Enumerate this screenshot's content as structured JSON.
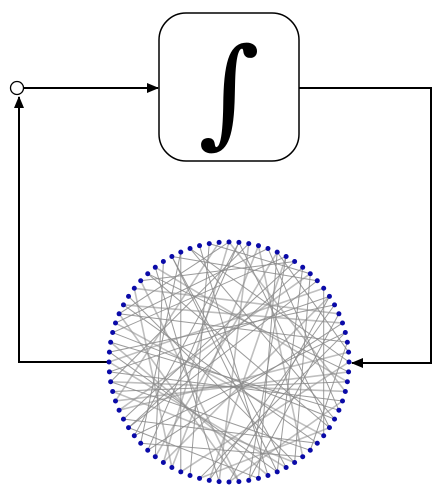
{
  "integrator": {
    "symbol": "∫"
  },
  "network": {
    "node_count": 76,
    "node_color": "#0a0aa8",
    "edge_color": "#8a8a8a",
    "edges": [
      [
        0,
        22
      ],
      [
        1,
        47
      ],
      [
        2,
        55
      ],
      [
        3,
        30
      ],
      [
        4,
        61
      ],
      [
        5,
        18
      ],
      [
        6,
        40
      ],
      [
        7,
        66
      ],
      [
        8,
        33
      ],
      [
        9,
        52
      ],
      [
        10,
        70
      ],
      [
        11,
        27
      ],
      [
        12,
        45
      ],
      [
        13,
        58
      ],
      [
        14,
        36
      ],
      [
        15,
        63
      ],
      [
        16,
        49
      ],
      [
        17,
        29
      ],
      [
        19,
        43
      ],
      [
        20,
        67
      ],
      [
        21,
        54
      ],
      [
        23,
        38
      ],
      [
        24,
        59
      ],
      [
        25,
        72
      ],
      [
        26,
        41
      ],
      [
        28,
        51
      ],
      [
        31,
        64
      ],
      [
        32,
        57
      ],
      [
        34,
        73
      ],
      [
        35,
        50
      ],
      [
        37,
        62
      ],
      [
        39,
        68
      ],
      [
        42,
        74
      ],
      [
        44,
        65
      ],
      [
        46,
        69
      ],
      [
        48,
        71
      ],
      [
        53,
        75
      ],
      [
        56,
        12
      ],
      [
        60,
        25
      ],
      [
        2,
        39
      ],
      [
        6,
        60
      ],
      [
        9,
        31
      ],
      [
        14,
        65
      ],
      [
        19,
        72
      ],
      [
        23,
        56
      ],
      [
        27,
        61
      ],
      [
        33,
        70
      ],
      [
        36,
        6
      ],
      [
        44,
        3
      ],
      [
        47,
        15
      ],
      [
        50,
        10
      ],
      [
        53,
        20
      ],
      [
        58,
        33
      ],
      [
        63,
        28
      ],
      [
        66,
        37
      ],
      [
        71,
        43
      ],
      [
        74,
        9
      ],
      [
        0,
        45
      ],
      [
        8,
        50
      ],
      [
        17,
        62
      ],
      [
        21,
        68
      ],
      [
        30,
        48
      ],
      [
        38,
        12
      ],
      [
        55,
        22
      ],
      [
        5,
        35
      ],
      [
        41,
        16
      ],
      [
        59,
        34
      ],
      [
        67,
        26
      ],
      [
        1,
        26
      ],
      [
        11,
        57
      ],
      [
        13,
        40
      ],
      [
        4,
        24
      ],
      [
        18,
        52
      ],
      [
        29,
        55
      ],
      [
        32,
        70
      ],
      [
        46,
        5
      ],
      [
        49,
        1
      ],
      [
        51,
        7
      ],
      [
        54,
        31
      ],
      [
        62,
        0
      ]
    ]
  }
}
